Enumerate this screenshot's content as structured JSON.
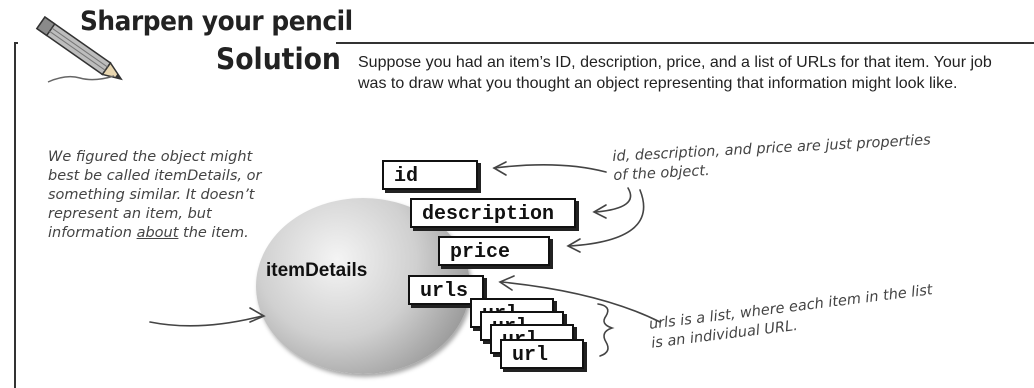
{
  "header": {
    "title_line1": "Sharpen your pencil",
    "title_line2": "Solution"
  },
  "intro": "Suppose you had an item’s ID, description, price, and a list of URLs for that item. Your job was to draw what you thought an object representing that information might look like.",
  "notes": {
    "left_before": "We figured the object might best be called itemDetails, or something similar. It doesn’t represent an item, but information ",
    "left_underlined": "about",
    "left_after": " the item.",
    "top": "id, description, and price are just properties of the object.",
    "bottom": "urls is a list, where each item in the list is an individual URL."
  },
  "object": {
    "name": "itemDetails",
    "properties": {
      "id": "id",
      "description": "description",
      "price": "price",
      "urls": "urls"
    },
    "url_items": [
      "url",
      "url",
      "url",
      "url"
    ]
  }
}
